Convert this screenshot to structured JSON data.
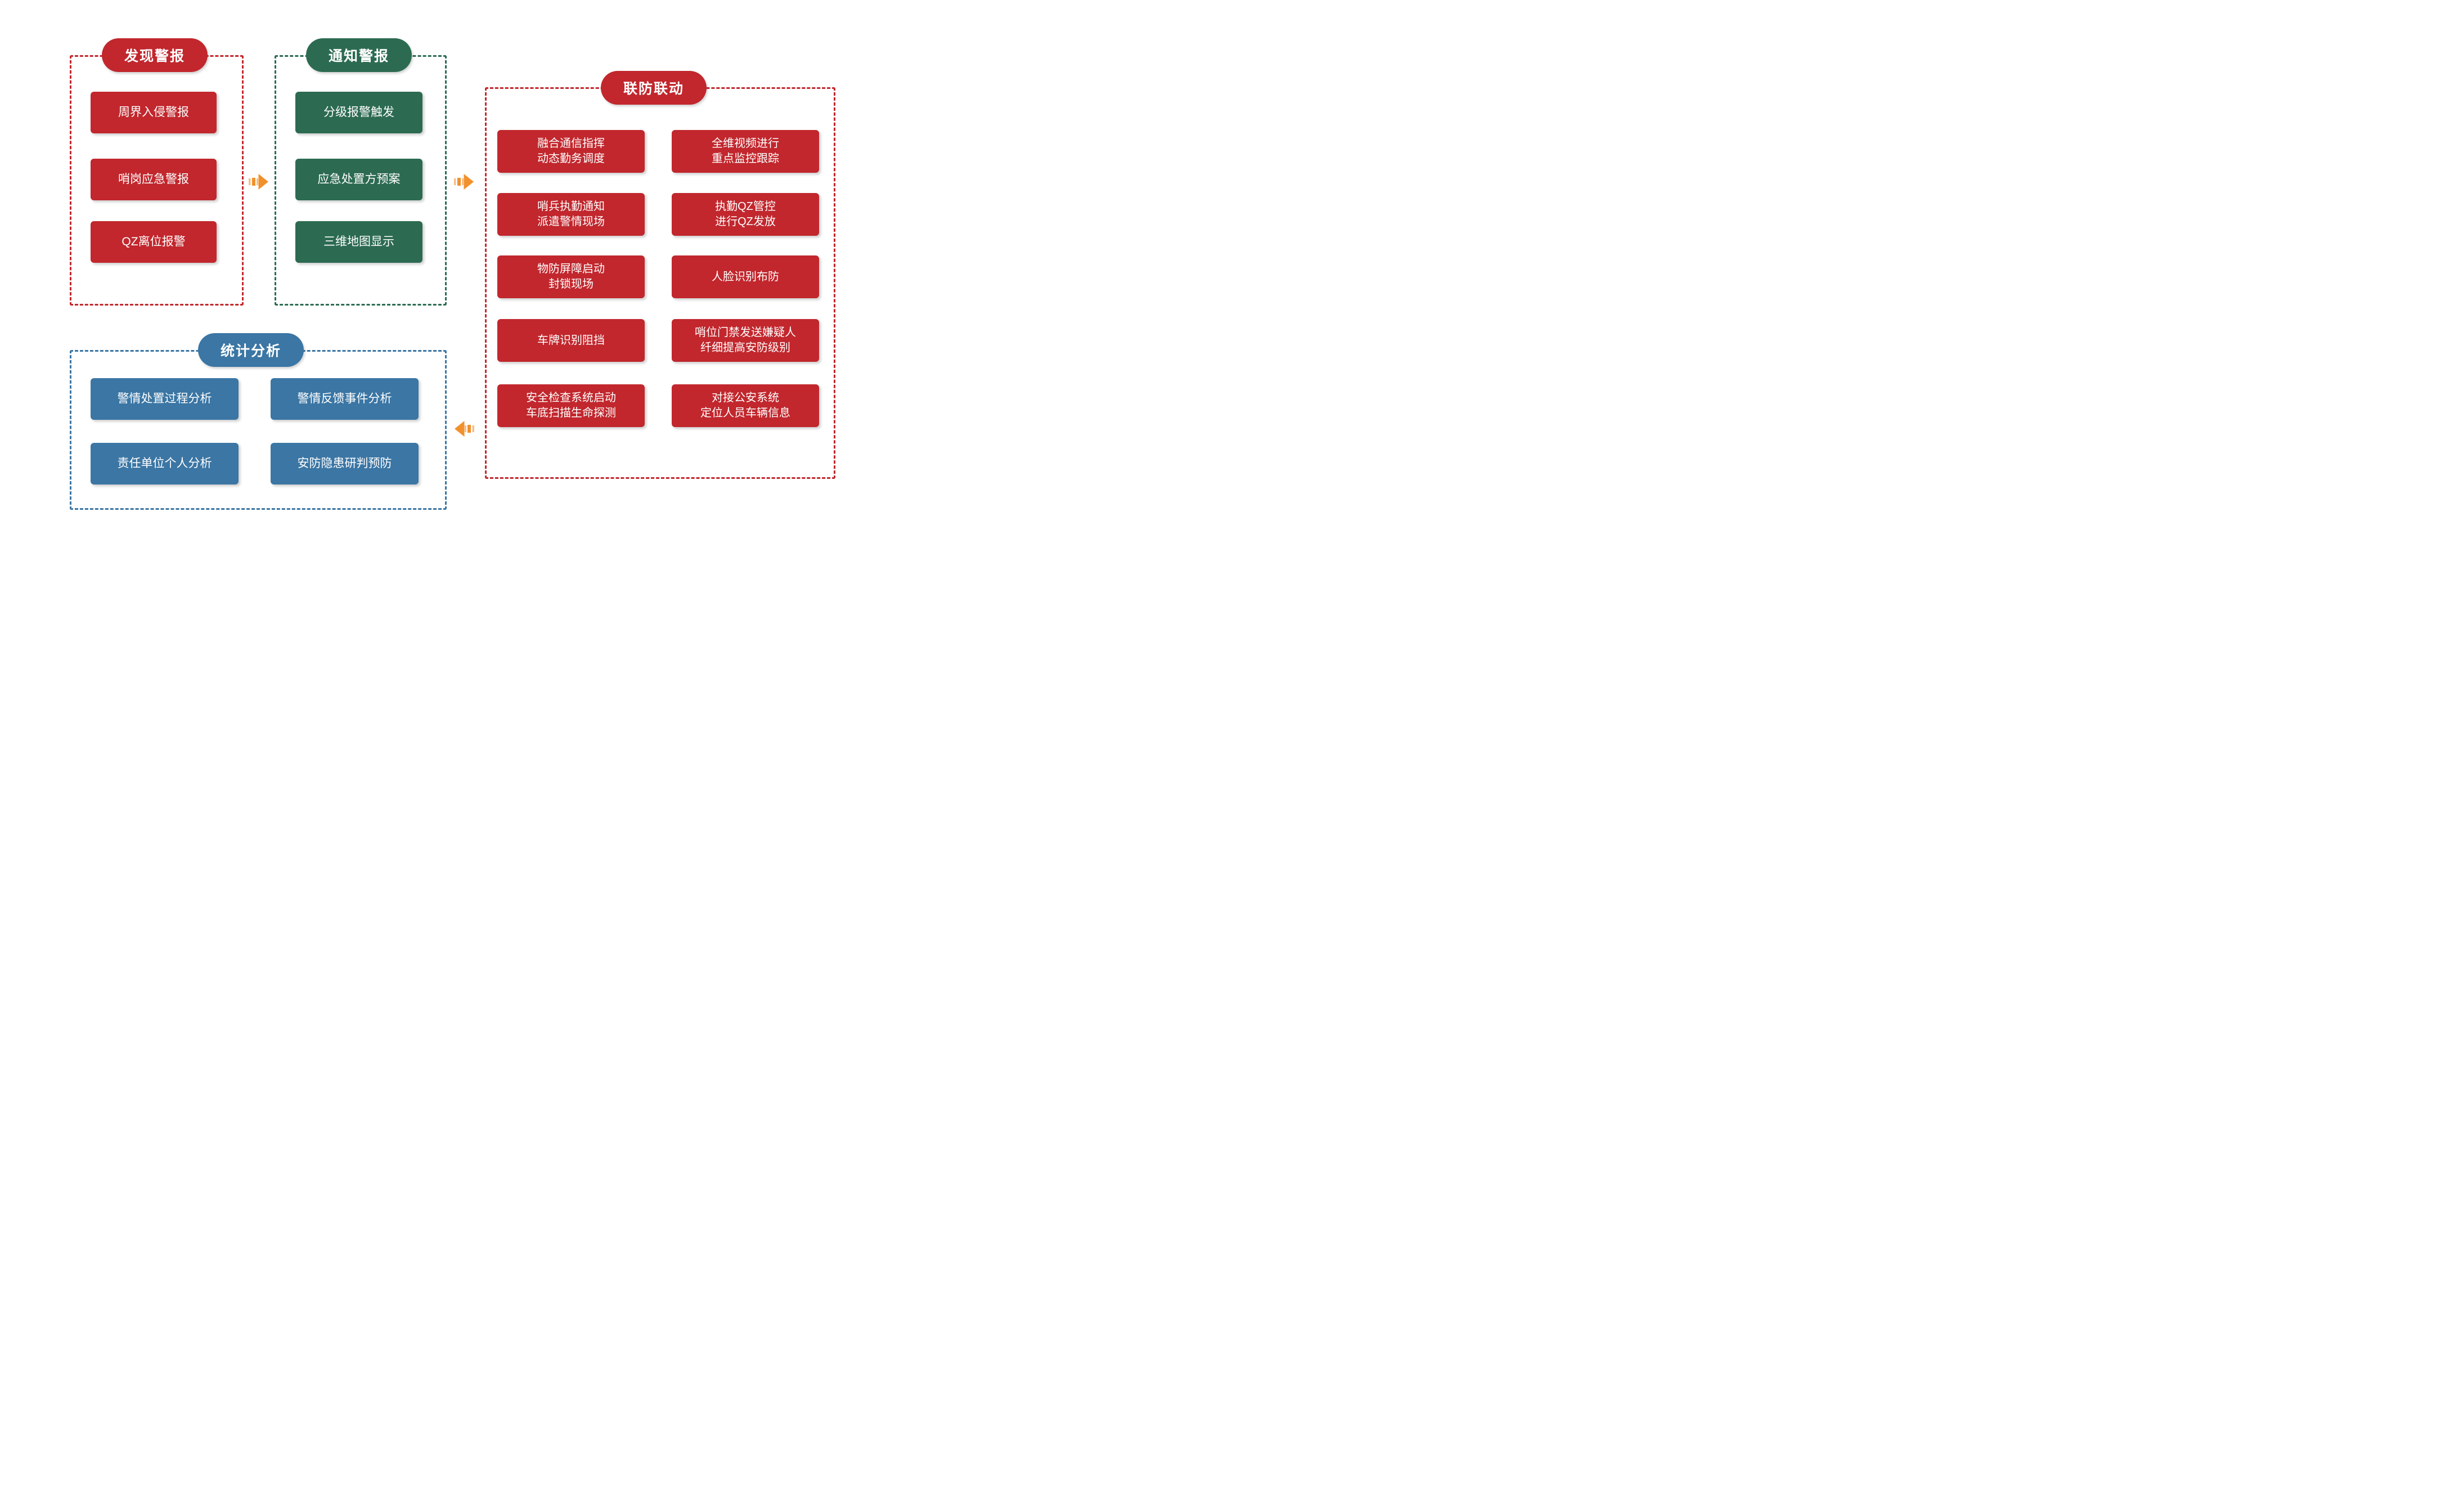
{
  "colors": {
    "red": "#C1272D",
    "green": "#2C6B52",
    "blue": "#3B76A4",
    "orange": "#F0912D",
    "orange_light": "#F6BE8A",
    "text": "#FFFFFF",
    "background": "#FFFFFF"
  },
  "sections": [
    {
      "id": "discover",
      "title": "发现警报",
      "color_key": "red",
      "items": [
        {
          "label": "周界入侵警报"
        },
        {
          "label": "哨岗应急警报"
        },
        {
          "label": "QZ离位报警"
        }
      ]
    },
    {
      "id": "notify",
      "title": "通知警报",
      "color_key": "green",
      "items": [
        {
          "label": "分级报警触发"
        },
        {
          "label": "应急处置方预案"
        },
        {
          "label": "三维地图显示"
        }
      ]
    },
    {
      "id": "joint-defense",
      "title": "联防联动",
      "color_key": "red",
      "columns": [
        {
          "items": [
            {
              "label": "融合通信指挥\n动态勤务调度"
            },
            {
              "label": "哨兵执勤通知\n派遣警情现场"
            },
            {
              "label": "物防屏障启动\n封锁现场"
            },
            {
              "label": "车牌识别阻挡"
            },
            {
              "label": "安全检查系统启动\n车底扫描生命探测"
            }
          ]
        },
        {
          "items": [
            {
              "label": "全维视频进行\n重点监控跟踪"
            },
            {
              "label": "执勤QZ管控\n进行QZ发放"
            },
            {
              "label": "人脸识别布防"
            },
            {
              "label": "哨位门禁发送嫌疑人\n纤细提高安防级别"
            },
            {
              "label": "对接公安系统\n定位人员车辆信息"
            }
          ]
        }
      ]
    },
    {
      "id": "stats",
      "title": "统计分析",
      "color_key": "blue",
      "columns": [
        {
          "items": [
            {
              "label": "警情处置过程分析"
            },
            {
              "label": "责任单位个人分析"
            }
          ]
        },
        {
          "items": [
            {
              "label": "警情反馈事件分析"
            },
            {
              "label": "安防隐患研判预防"
            }
          ]
        }
      ]
    }
  ],
  "arrows": [
    {
      "id": "discover-to-notify",
      "direction": "right"
    },
    {
      "id": "notify-to-joint",
      "direction": "right"
    },
    {
      "id": "joint-to-stats",
      "direction": "left"
    }
  ]
}
